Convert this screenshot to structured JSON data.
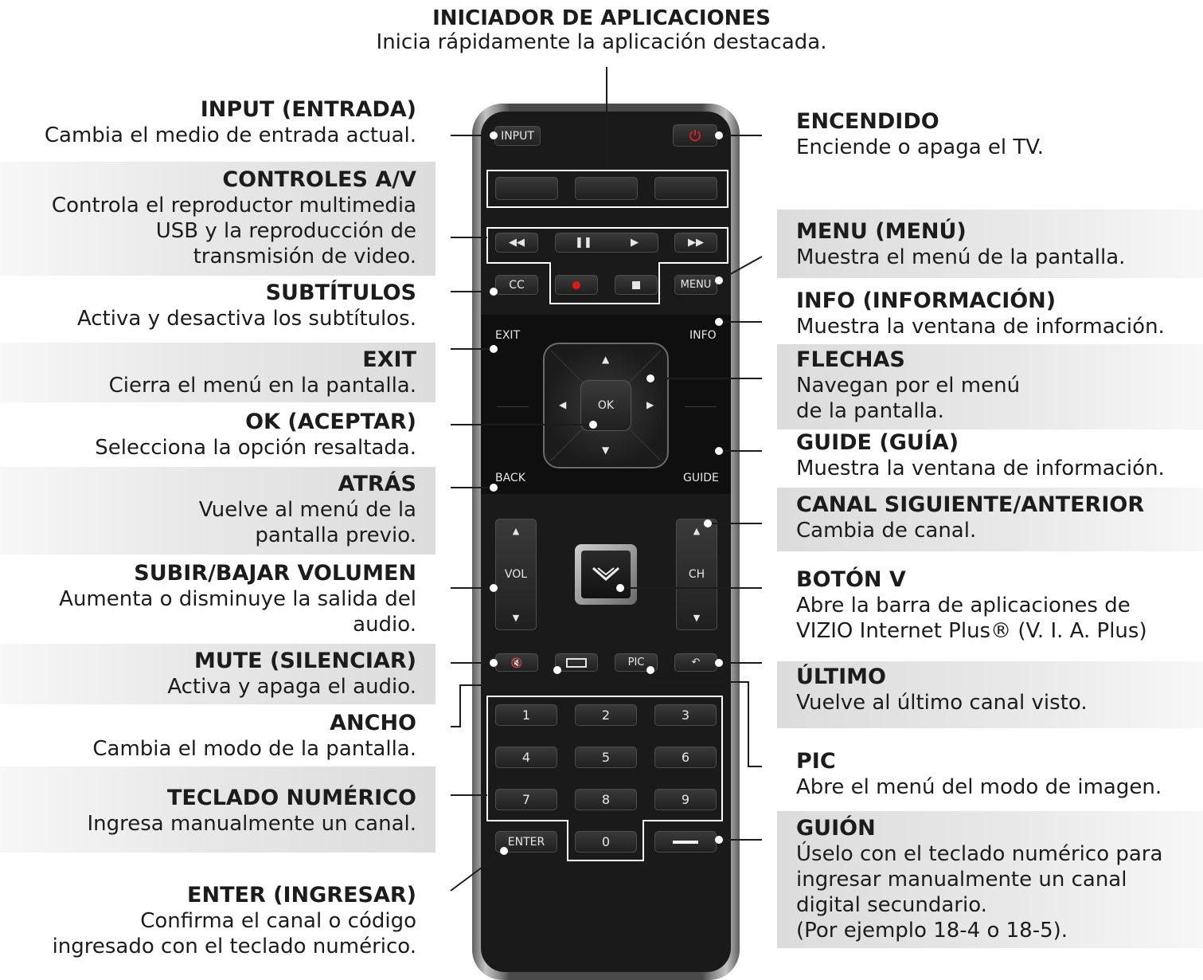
{
  "header": {
    "title": "INICIADOR DE APLICACIONES",
    "desc": "Inicia rápidamente la aplicación destacada."
  },
  "left": [
    {
      "title": "INPUT (ENTRADA)",
      "desc": "Cambia el medio de entrada actual."
    },
    {
      "title": "CONTROLES A/V",
      "desc": "Controla el reproductor multimedia\nUSB y la reproducción de\ntransmisión de video."
    },
    {
      "title": "SUBTÍTULOS",
      "desc": "Activa y desactiva los subtítulos."
    },
    {
      "title": "EXIT",
      "desc": "Cierra el menú en la pantalla."
    },
    {
      "title": "OK (ACEPTAR)",
      "desc": "Selecciona la opción resaltada."
    },
    {
      "title": "ATRÁS",
      "desc": "Vuelve al menú de la\npantalla previo."
    },
    {
      "title": "SUBIR/BAJAR VOLUMEN",
      "desc": "Aumenta o disminuye la salida del\naudio."
    },
    {
      "title": "MUTE (SILENCIAR)",
      "desc": "Activa y apaga el audio."
    },
    {
      "title": "ANCHO",
      "desc": "Cambia el modo de la pantalla."
    },
    {
      "title": "TECLADO NUMÉRICO",
      "desc": "Ingresa manualmente un canal."
    },
    {
      "title": "ENTER (INGRESAR)",
      "desc": "Confirma el canal o código\ningresado con el teclado numérico."
    }
  ],
  "right": [
    {
      "title": "ENCENDIDO",
      "desc": "Enciende o apaga el TV."
    },
    {
      "title": "MENU (MENÚ)",
      "desc": "Muestra el menú de la pantalla."
    },
    {
      "title": "INFO (INFORMACIÓN)",
      "desc": "Muestra la ventana de información."
    },
    {
      "title": "FLECHAS",
      "desc": "Navegan por el menú\nde la pantalla."
    },
    {
      "title": "GUIDE (GUÍA)",
      "desc": "Muestra la ventana de información."
    },
    {
      "title": "CANAL SIGUIENTE/ANTERIOR",
      "desc": "Cambia de canal."
    },
    {
      "title": "BOTÓN V",
      "desc": "Abre la barra de aplicaciones de\nVIZIO Internet Plus® (V. I. A. Plus)"
    },
    {
      "title": "ÚLTIMO",
      "desc": "Vuelve al último canal visto."
    },
    {
      "title": "PIC",
      "desc": "Abre el menú del modo de imagen."
    },
    {
      "title": "GUIÓN",
      "desc": "Úselo con el teclado numérico para\ningresar manualmente un canal\ndigital secundario.\n(Por ejemplo 18-4 o 18-5)."
    }
  ],
  "remote": {
    "input": "INPUT",
    "cc": "CC",
    "menu": "MENU",
    "exit": "EXIT",
    "info": "INFO",
    "ok": "OK",
    "back": "BACK",
    "guide": "GUIDE",
    "vol": "VOL",
    "ch": "CH",
    "pic": "PIC",
    "enter": "ENTER",
    "digits": [
      "1",
      "2",
      "3",
      "4",
      "5",
      "6",
      "7",
      "8",
      "9",
      "0"
    ],
    "power_color": "#d42020",
    "record_color": "#e01818"
  }
}
